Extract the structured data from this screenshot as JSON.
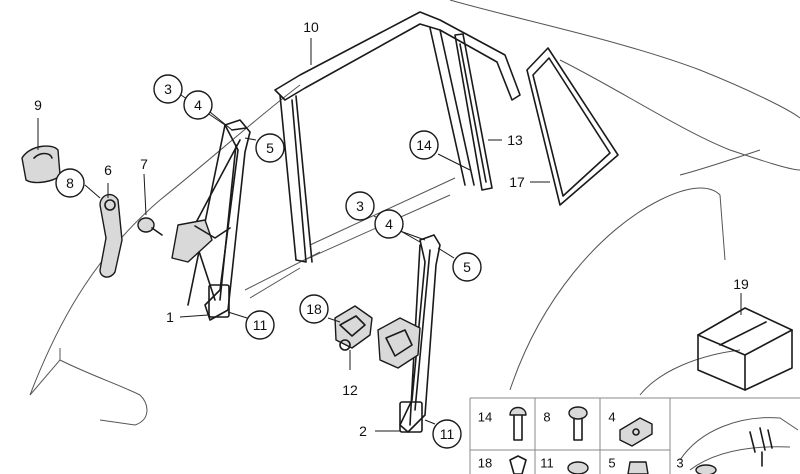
{
  "callouts": {
    "c1": "1",
    "c2": "2",
    "c3a": "3",
    "c3b": "3",
    "c4a": "4",
    "c4b": "4",
    "c5a": "5",
    "c5b": "5",
    "c6": "6",
    "c7": "7",
    "c8": "8",
    "c9": "9",
    "c10": "10",
    "c11a": "11",
    "c11b": "11",
    "c12": "12",
    "c13": "13",
    "c14": "14",
    "c17": "17",
    "c18": "18",
    "c19": "19"
  },
  "parts_table": {
    "cells": [
      "14",
      "8",
      "4",
      "18",
      "11",
      "5",
      "3"
    ]
  }
}
